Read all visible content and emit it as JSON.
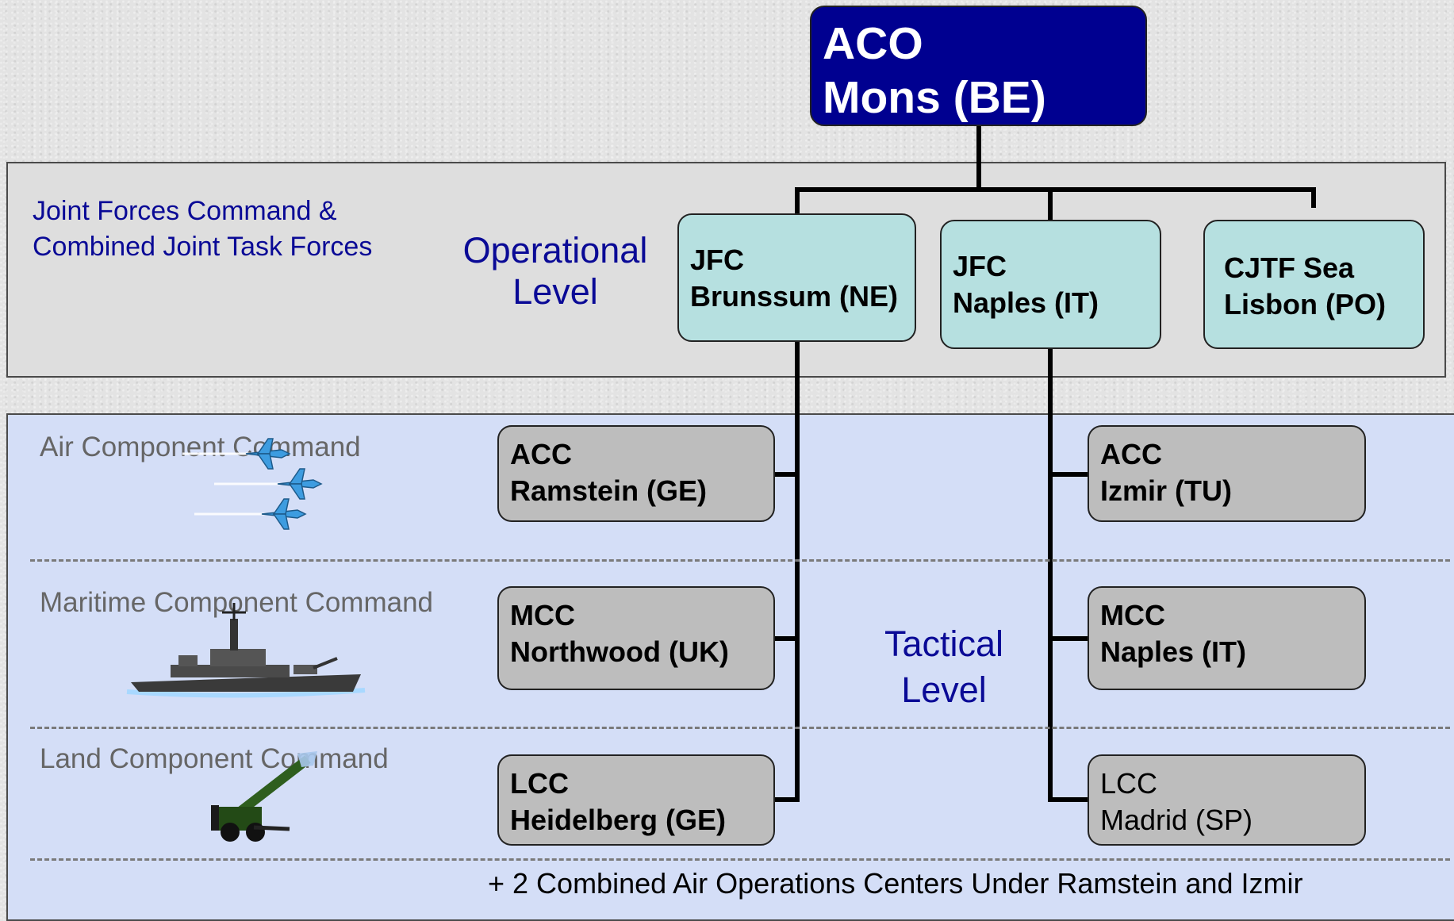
{
  "root": {
    "line1": "ACO",
    "line2": "Mons (BE)"
  },
  "operational": {
    "caption_line1": "Joint Forces Command &",
    "caption_line2": "Combined Joint Task Forces",
    "level_line1": "Operational",
    "level_line2": "Level",
    "nodes": [
      {
        "line1": "JFC",
        "line2": "Brunssum (NE)"
      },
      {
        "line1": "JFC",
        "line2": "Naples (IT)"
      },
      {
        "line1": "CJTF Sea",
        "line2": "Lisbon (PO)"
      }
    ]
  },
  "tactical": {
    "level_line1": "Tactical",
    "level_line2": "Level",
    "rows": [
      {
        "label": "Air Component Command",
        "icon": "fighter-jets-icon"
      },
      {
        "label": "Maritime Component Command",
        "icon": "warship-icon"
      },
      {
        "label": "Land Component Command",
        "icon": "artillery-gun-icon"
      }
    ],
    "left_nodes": [
      {
        "line1": "ACC",
        "line2": "Ramstein (GE)"
      },
      {
        "line1": "MCC",
        "line2": "Northwood (UK)"
      },
      {
        "line1": "LCC",
        "line2": "Heidelberg (GE)"
      }
    ],
    "right_nodes": [
      {
        "line1": "ACC",
        "line2": "Izmir (TU)"
      },
      {
        "line1": "MCC",
        "line2": "Naples (IT)"
      },
      {
        "line1": "LCC",
        "line2": "Madrid (SP)"
      }
    ]
  },
  "footer": "+ 2 Combined Air Operations Centers Under Ramstein and Izmir",
  "colors": {
    "root_fill": "#000090",
    "jfc_fill": "#b6e0e0",
    "component_fill": "#bdbdbd",
    "operational_panel": "#dedede",
    "tactical_panel": "#d4def7",
    "level_text": "#0a0a96"
  }
}
